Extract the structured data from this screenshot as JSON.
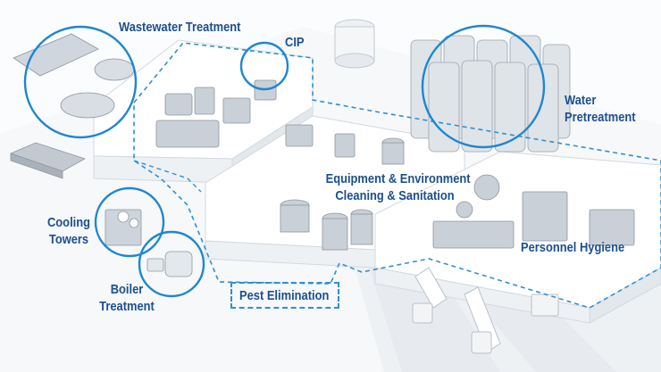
{
  "colors": {
    "accent": "#1f86d0",
    "dashed_outline": "#2f8fd4",
    "label_text": "#1c4f8f",
    "building": "#ffffff",
    "building_edge": "#d3d9df",
    "equipment": "#b9c1ca",
    "equipment_dark": "#6e7782"
  },
  "labels": {
    "wastewater": "Wastewater Treatment",
    "cip": "CIP",
    "water_pretreatment": [
      "Water",
      "Pretreatment"
    ],
    "equipment_cleaning": [
      "Equipment & Environment",
      "Cleaning & Sanitation"
    ],
    "cooling_towers": [
      "Cooling",
      "Towers"
    ],
    "personnel_hygiene": "Personnel Hygiene",
    "boiler_treatment": [
      "Boiler",
      "Treatment"
    ],
    "pest_elimination": "Pest Elimination"
  },
  "icons": [
    "magnifier-circle",
    "clarifier-tank",
    "silo",
    "truck",
    "cooling-tower",
    "boiler",
    "cip-skid",
    "conveyor"
  ]
}
